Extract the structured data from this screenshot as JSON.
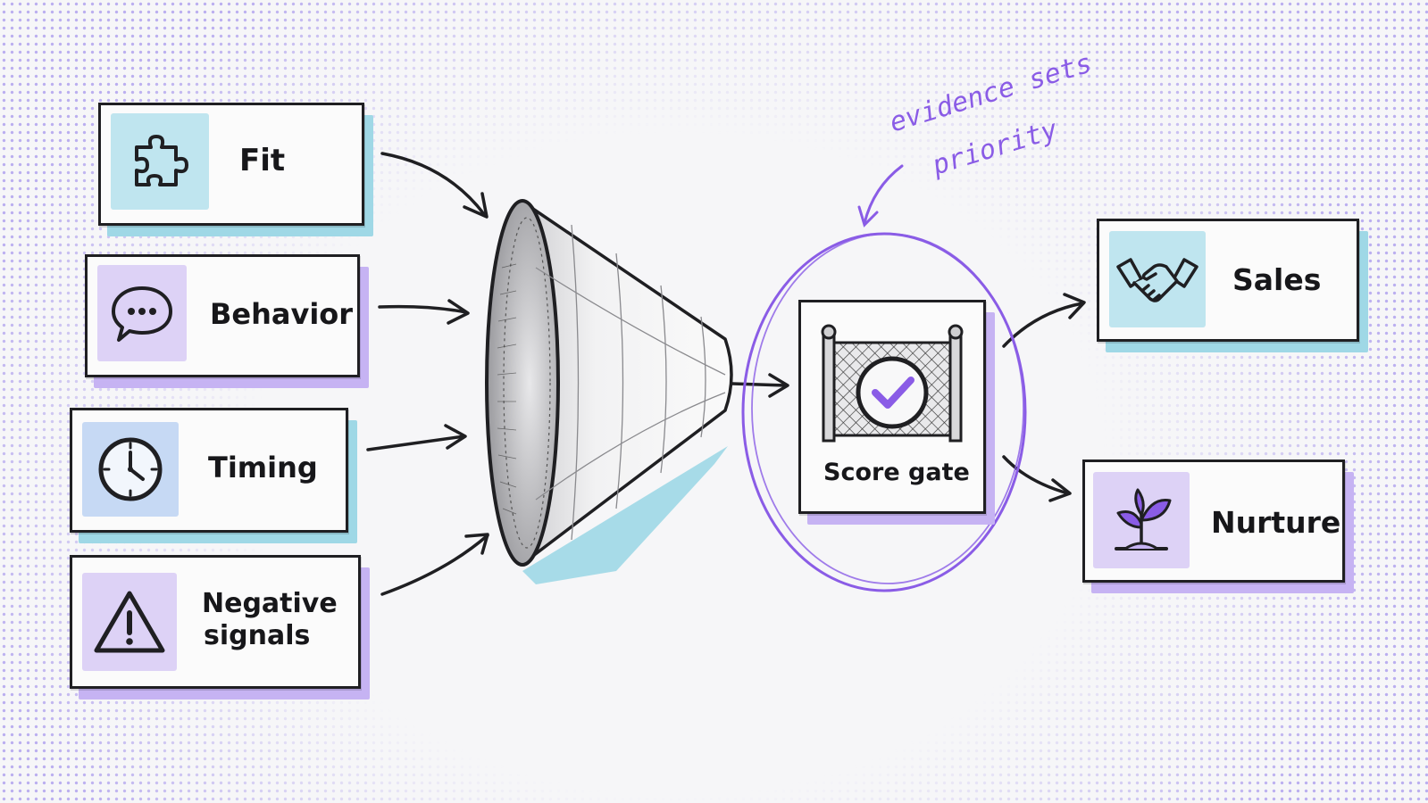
{
  "inputs": [
    {
      "label": "Fit",
      "icon": "puzzle-icon"
    },
    {
      "label": "Behavior",
      "icon": "chat-bubble-icon"
    },
    {
      "label": "Timing",
      "icon": "clock-icon"
    },
    {
      "label": "Negative",
      "label_line2": "signals",
      "icon": "warning-icon"
    }
  ],
  "gate": {
    "label": "Score gate",
    "icon": "gate-check-icon"
  },
  "annotation": {
    "line1": "evidence sets",
    "line2": "priority"
  },
  "outputs": [
    {
      "label": "Sales",
      "icon": "handshake-icon"
    },
    {
      "label": "Nurture",
      "icon": "sprout-icon"
    }
  ],
  "colors": {
    "accent": "#8a5ce6",
    "card_back_blue": "#9fd8e6",
    "card_back_purple": "#c6b3f3",
    "ink": "#1f1f22"
  }
}
